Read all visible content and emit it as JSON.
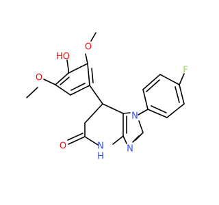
{
  "molecule": {
    "atoms": {
      "hydroxyl": "HO",
      "methoxy_top_o": "O",
      "methoxy_left_o": "O",
      "fluorine": "F",
      "n1": "N",
      "n3": "N",
      "amide_nh": "N",
      "amide_h": "H",
      "carbonyl_o": "O"
    },
    "colors": {
      "bond": "#000000",
      "oxygen": "#ff0d0d",
      "nitrogen": "#3050f8",
      "fluorine": "#90e050",
      "carbon_label": "#000000"
    }
  }
}
